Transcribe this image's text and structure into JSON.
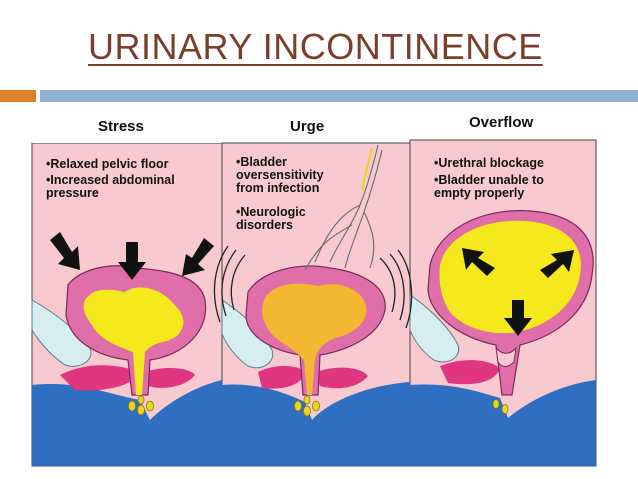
{
  "slide": {
    "title": "URINARY INCONTINENCE"
  },
  "panels": [
    {
      "title": "Stress",
      "bullets": [
        "•Relaxed pelvic floor",
        "•Increased abdominal\npressure"
      ]
    },
    {
      "title": "Urge",
      "bullets": [
        "•Bladder\noversensitivity\nfrom infection",
        "•Neurologic\ndisorders"
      ]
    },
    {
      "title": "Overflow",
      "bullets": [
        "•Urethral blockage",
        "•Bladder unable to\nempty properly"
      ]
    }
  ],
  "colors": {
    "title": "#7a3e2a",
    "accent_orange": "#d9822b",
    "accent_blue": "#8fb0d1",
    "panel_bg": "#f8c9cf",
    "water_blue": "#2f6fc1",
    "bladder_outer": "#e06ea8",
    "urine": "#f5e81c",
    "urine_urge": "#f4b731",
    "arrow": "#111111"
  }
}
